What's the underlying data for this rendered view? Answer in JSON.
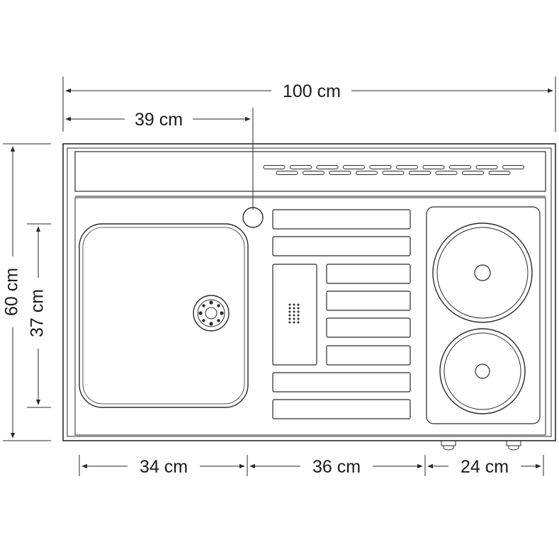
{
  "dimensions": {
    "total_width": "100 cm",
    "tap_offset": "39 cm",
    "total_depth": "60 cm",
    "worktop_depth": "37 cm",
    "sink_width": "34 cm",
    "drainer_width": "36 cm",
    "hob_width": "24 cm"
  },
  "colors": {
    "line": "#2a2a2a",
    "text": "#1a1a1a",
    "background": "#ffffff"
  }
}
